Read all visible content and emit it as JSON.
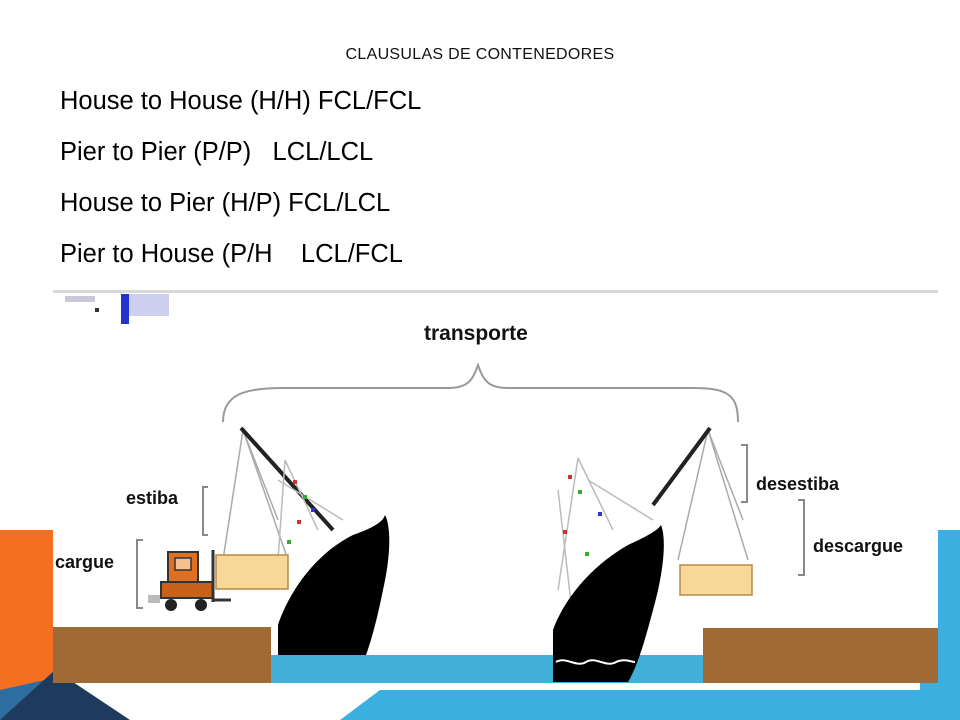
{
  "slide": {
    "title": "CLAUSULAS DE CONTENEDORES",
    "bullets": [
      "House to House (H/H) FCL/FCL",
      "Pier to Pier (P/P)   LCL/LCL",
      "House to Pier (H/P) FCL/LCL",
      "Pier to House (P/H    LCL/FCL"
    ]
  },
  "diagram": {
    "labels": {
      "transporte": "transporte",
      "estiba": "estiba",
      "cargue": "cargue",
      "desestiba": "desestiba",
      "descargue": "descargue"
    }
  },
  "colors": {
    "orange": "#F47020",
    "cyan": "#3BB0E0",
    "navy": "#1E3A5C",
    "ground": "#A06A35",
    "water": "#40B0D8",
    "crate": "#F8D898"
  }
}
